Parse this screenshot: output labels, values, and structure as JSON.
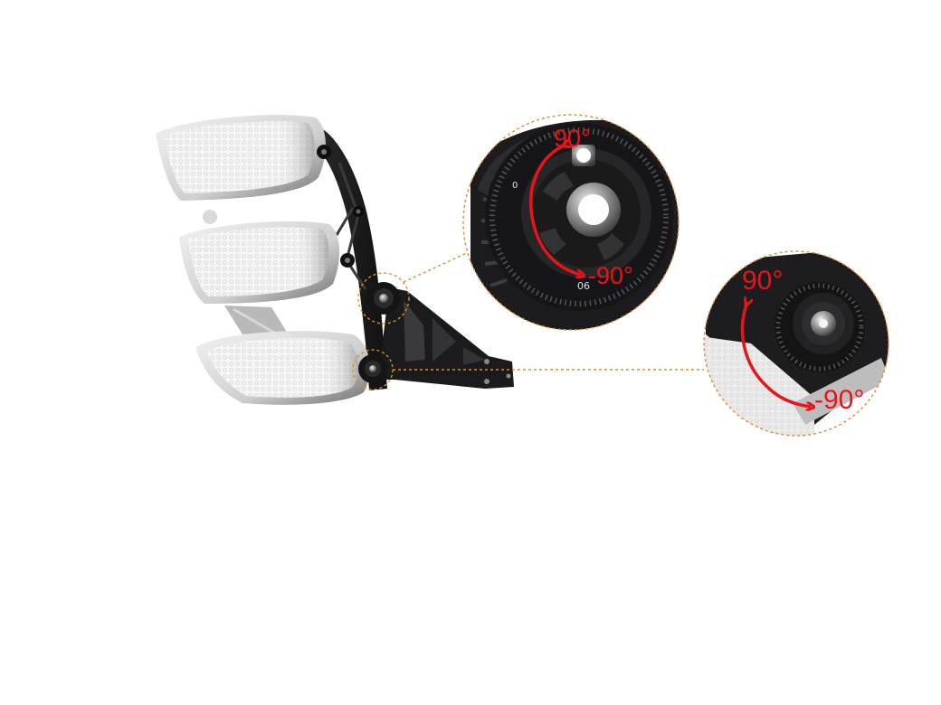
{
  "colors": {
    "accent": "#e8141b",
    "callout_line": "#e08a2e",
    "metal": "#1d1d1f",
    "panel": "#f4f4f4"
  },
  "callouts": {
    "top": {
      "plus_label": "90°",
      "minus_label": "-90°",
      "scale_zero": "0",
      "scale_ninety": "90"
    },
    "right": {
      "plus_label": "90°",
      "minus_label": "-90°"
    }
  }
}
